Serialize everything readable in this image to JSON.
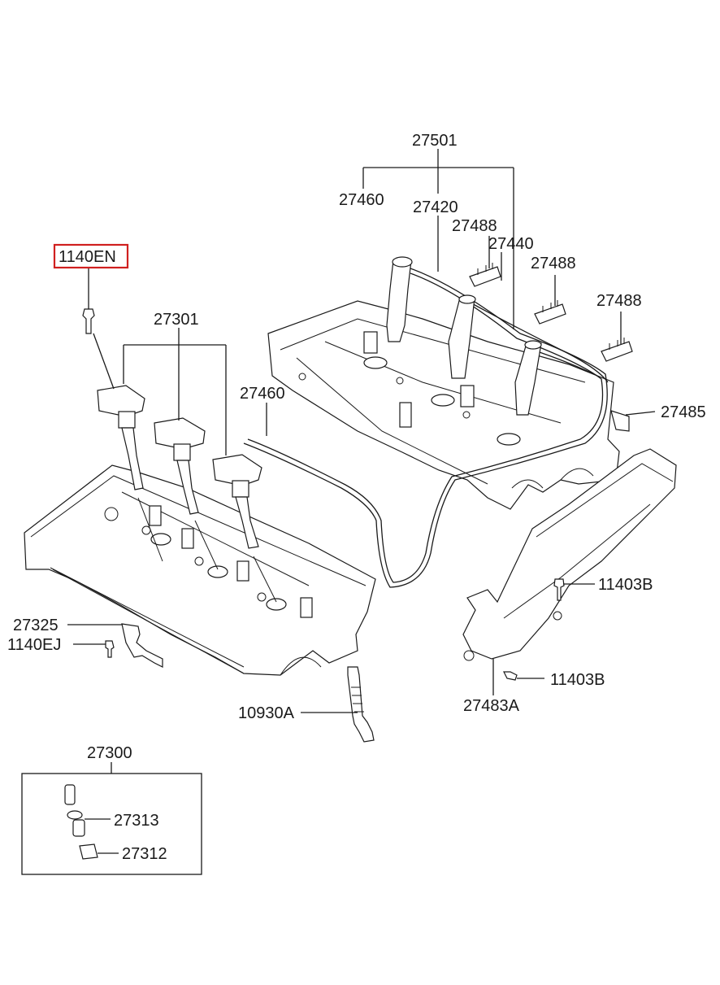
{
  "highlight_color": "#d0201f",
  "labels": {
    "p27501": "27501",
    "p27460_top": "27460",
    "p27420": "27420",
    "p27488_a": "27488",
    "p27440": "27440",
    "p27488_b": "27488",
    "p27488_c": "27488",
    "p27485": "27485",
    "p1140EN": "1140EN",
    "p27301": "27301",
    "p27460_mid": "27460",
    "p11403B_a": "11403B",
    "p27325": "27325",
    "p1140EJ": "1140EJ",
    "p11403B_b": "11403B",
    "p27483A": "27483A",
    "p10930A": "10930A",
    "p27300": "27300",
    "p27313": "27313",
    "p27312": "27312"
  }
}
